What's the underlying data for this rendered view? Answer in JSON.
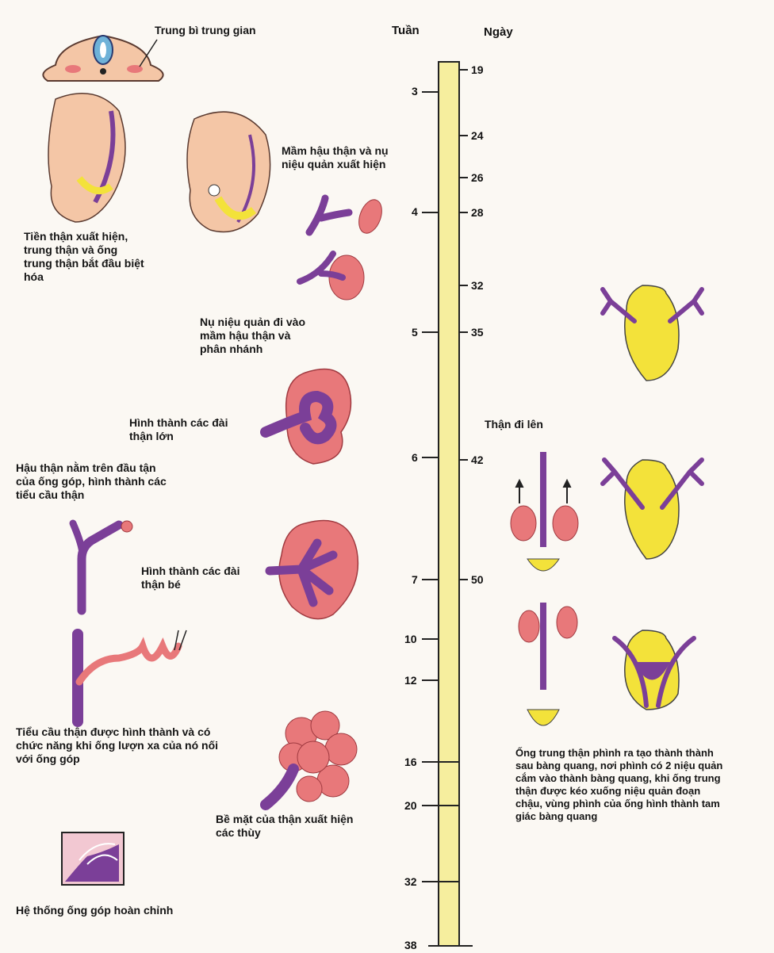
{
  "timeline": {
    "week_header": "Tuần",
    "day_header": "Ngày",
    "weeks": [
      "3",
      "4",
      "5",
      "6",
      "7",
      "10",
      "12",
      "16",
      "20",
      "32",
      "38"
    ],
    "days": [
      "19",
      "24",
      "26",
      "28",
      "32",
      "35",
      "42",
      "50"
    ]
  },
  "labels": {
    "intermediate_mesoderm": "Trung bì trung gian",
    "pronephros": "Tiền thận xuất hiện,\ntrung thận và ống\ntrung thận bắt đầu biệt\nhóa",
    "metanephric_bud": "Mầm hậu thận và nụ\nniệu quản xuất hiện",
    "ureteric_bud_enters": "Nụ niệu quản đi vào\nmầm hậu thận và\nphân nhánh",
    "major_calyces": "Hình thành các đài\nthận lớn",
    "metanephros_caps": "Hậu thận nằm trên đầu tận\ncủa ống góp, hình thành các\ntiểu cầu thận",
    "minor_calyces": "Hình thành các đài\nthận bé",
    "glomeruli_functional": "Tiểu cầu thận được hình thành và có\nchức năng khi ống lượn xa của nó nối\nvới ống góp",
    "lobes": "Bề mặt của thận xuất hiện\ncác thùy",
    "collecting_system": "Hệ thống ống góp hoàn chỉnh",
    "kidney_ascent": "Thận đi lên",
    "mesonephric_duct": "Ống trung thận phình ra tạo thành thành\nsau bàng quang, nơi phình có 2 niệu quản\ncắm vào thành bàng quang, khi ống trung\nthận được kéo xuống niệu quản đoạn\nchậu, vùng phình của ống hình thành tam\ngiác bàng quang"
  },
  "colors": {
    "timeline_bar": "#f6ee9e",
    "kidney": "#e8787a",
    "duct": "#7b3f98",
    "embryo": "#f4c6a6",
    "bladder": "#f3e23a"
  }
}
